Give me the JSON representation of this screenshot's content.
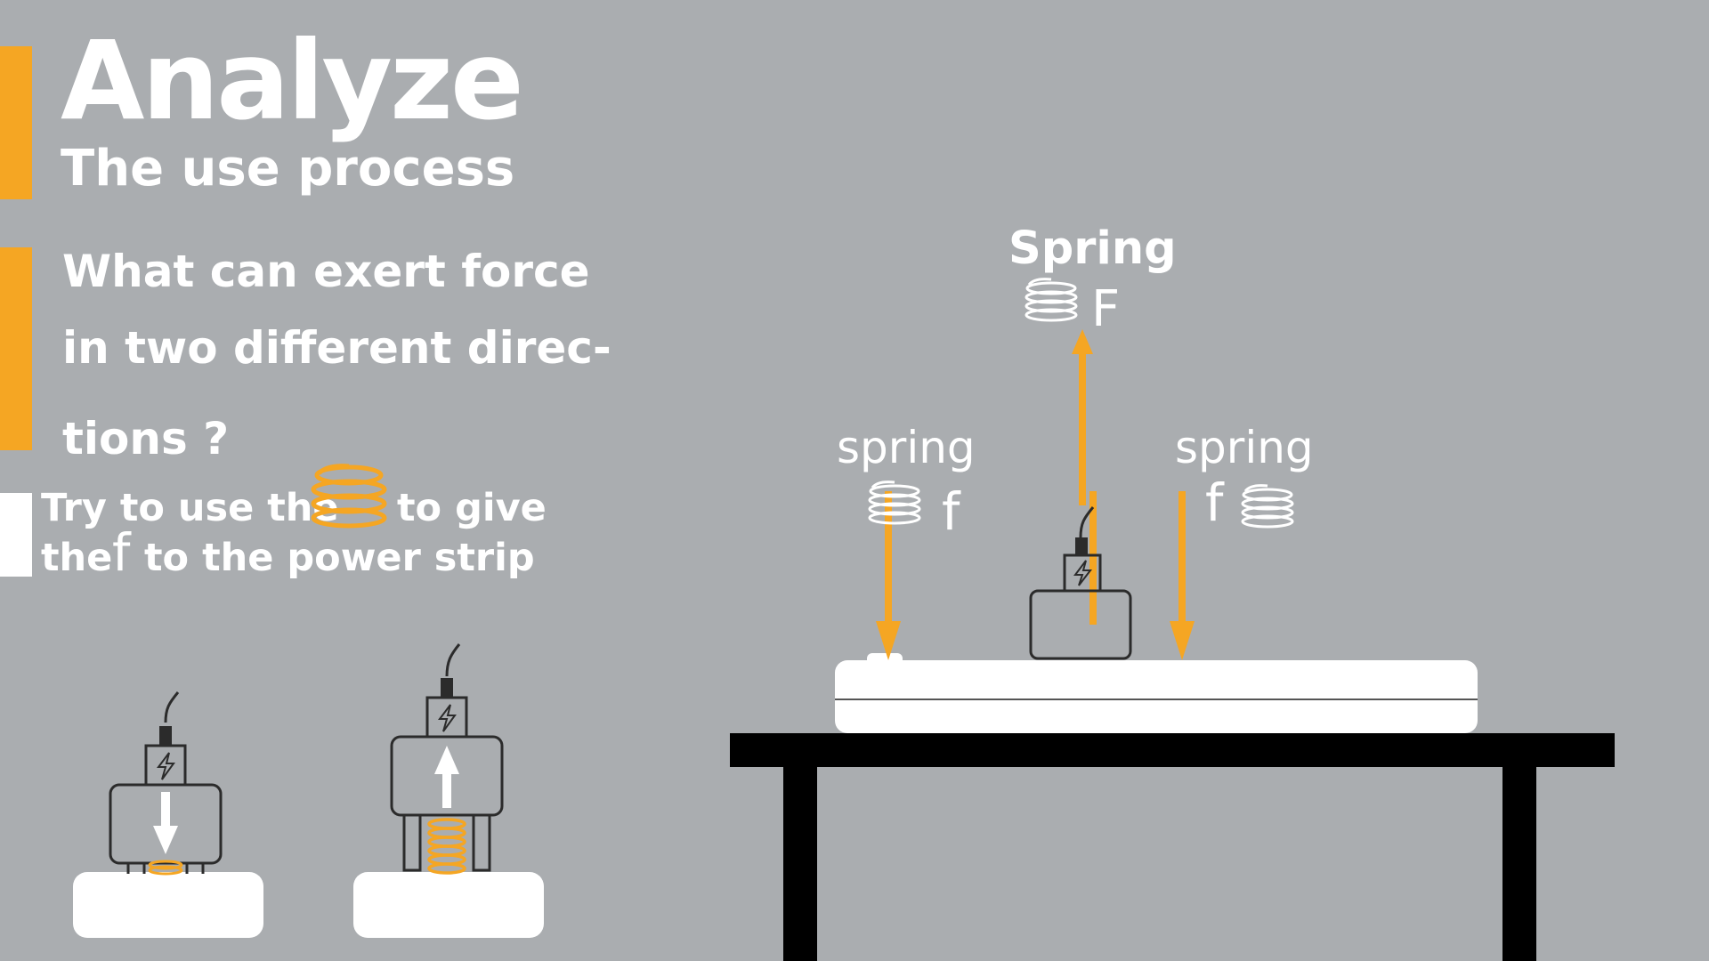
{
  "slide": {
    "title": "Analyze",
    "subtitle": "The use process",
    "question": {
      "line1": "What can exert force",
      "line2": "in two different direc-",
      "line3": "tions ?"
    },
    "hint": {
      "part1": "Try to use the",
      "part2": "to give",
      "part3": "the",
      "force_letter": "f",
      "part4": "to the power strip"
    }
  },
  "diagram": {
    "top_label": "Spring",
    "top_force": "F",
    "left_label": "spring",
    "left_force": "f",
    "right_label": "spring",
    "right_force": "f"
  },
  "colors": {
    "background": "#aaadb0",
    "accent": "#f5a623",
    "outline": "#2b2b2b",
    "white": "#ffffff",
    "table": "#000000"
  },
  "icons": [
    "spring-icon",
    "lightning-icon",
    "arrow-down-icon",
    "arrow-up-icon"
  ]
}
